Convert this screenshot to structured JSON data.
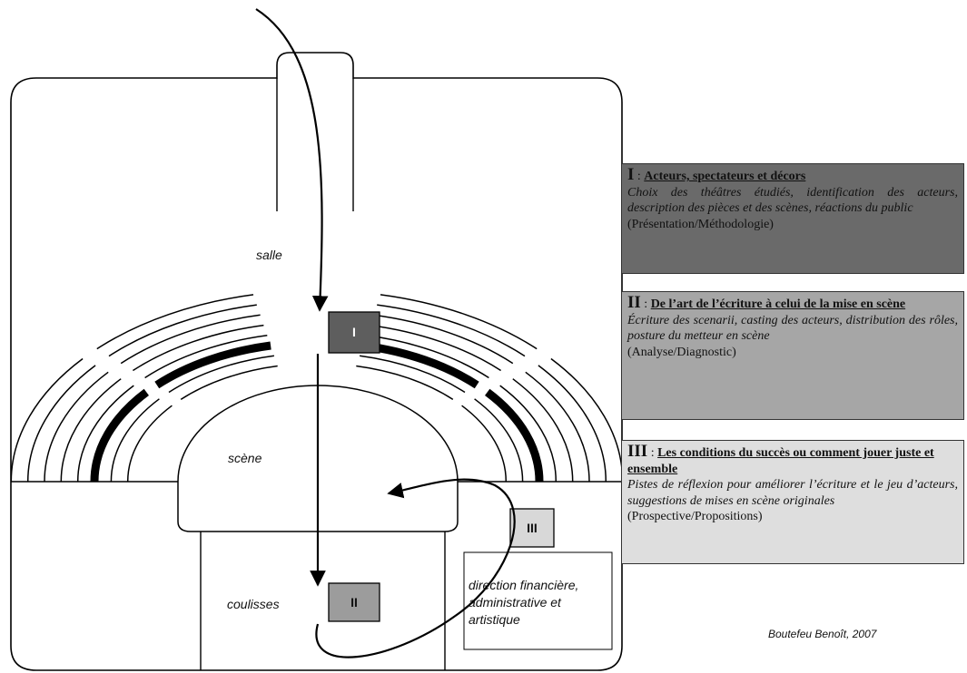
{
  "diagram": {
    "labels": {
      "salle": "salle",
      "scene": "scène",
      "coulisses": "coulisses"
    },
    "markers": {
      "m1": "I",
      "m2": "II",
      "m3": "III"
    },
    "direction_box": "direction financière, administrative et artistique"
  },
  "panels": [
    {
      "numeral": "I",
      "separator": " : ",
      "title": "Acteurs, spectateurs et décors",
      "description": "Choix des théâtres étudiés, identification des acteurs, description des pièces et des scènes, réactions du public",
      "footer": "(Présentation/Méthodologie)"
    },
    {
      "numeral": "II",
      "separator": " : ",
      "title": "De l’art de l’écriture à celui de la mise en scène",
      "description": "Écriture des scenarii, casting des acteurs, distribution des rôles, posture du metteur en scène",
      "footer": "(Analyse/Diagnostic)"
    },
    {
      "numeral": "III",
      "separator": " : ",
      "title": "Les conditions du succès ou comment jouer juste et ensemble",
      "description": "Pistes de réflexion pour améliorer l’écriture et le jeu d’acteurs, suggestions de mises en scène originales",
      "footer": "(Prospective/Propositions)"
    }
  ],
  "credit": "Boutefeu Benoît, 2007",
  "colors": {
    "panel_1": "#6a6a6a",
    "panel_2": "#a6a6a6",
    "panel_3": "#dedede",
    "marker_1": "#5e5e5e",
    "marker_2": "#9c9c9c",
    "marker_3": "#d8d8d8"
  }
}
